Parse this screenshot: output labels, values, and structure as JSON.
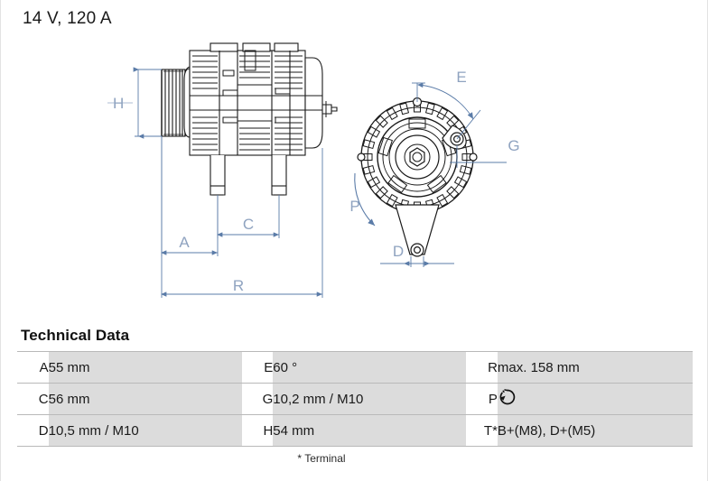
{
  "title": "14 V, 120 A",
  "drawings": {
    "side_view": {
      "name": "alternator-side-view",
      "dimension_labels": [
        "H",
        "A",
        "C",
        "R"
      ]
    },
    "front_view": {
      "name": "alternator-front-view",
      "dimension_labels": [
        "E",
        "G",
        "P",
        "D"
      ]
    },
    "line_color": "#5b7ca8",
    "label_color": "#8fa3c0",
    "drawing_color": "#1a1a1a"
  },
  "tech_data": {
    "heading": "Technical Data",
    "rows": [
      {
        "col1_key": "A",
        "col1_value": "55 mm",
        "col2_key": "E",
        "col2_value": "60 °",
        "col3_key": "R",
        "col3_value": "max. 158 mm"
      },
      {
        "col1_key": "C",
        "col1_value": "56 mm",
        "col2_key": "G",
        "col2_value": "10,2 mm / M10",
        "col3_key": "P",
        "col3_value": "",
        "col3_icon": "counterclockwise-rotation-icon"
      },
      {
        "col1_key": "D",
        "col1_value": "10,5 mm / M10",
        "col2_key": "H",
        "col2_value": "54 mm",
        "col3_key": "T*",
        "col3_value": "B+(M8), D+(M5)"
      }
    ]
  },
  "footnote": "* Terminal"
}
